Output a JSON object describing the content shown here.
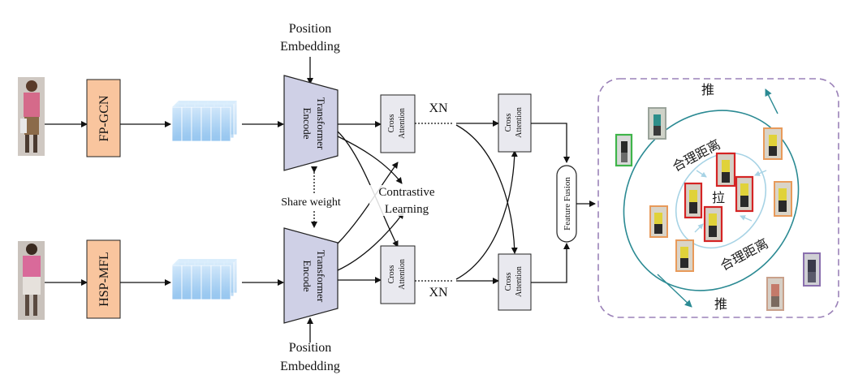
{
  "labels": {
    "pos_embed_top_1": "Position",
    "pos_embed_top_2": "Embedding",
    "pos_embed_bottom_1": "Position",
    "pos_embed_bottom_2": "Embedding",
    "fp_gcn": "FP-GCN",
    "hsp_mfl": "HSP-MFL",
    "encoder_word1": "Transformer",
    "encoder_word2": "Encode",
    "share_weight": "Share weight",
    "cross_attention_1": "Cross",
    "cross_attention_2": "Attention",
    "xn_top": "XN",
    "xn_bottom": "XN",
    "contrastive_1": "Contrastive",
    "contrastive_2": "Learning",
    "feature_fusion": "Feature Fusion",
    "push_top": "推",
    "push_bottom": "推",
    "pull_center": "拉",
    "reasonable_distance_top": "合理距离",
    "reasonable_distance_bottom": "合理距离"
  },
  "colors": {
    "feature_extractor_fill": "#f9c59e",
    "token_fill": "#a9d2f3",
    "encoder_fill": "#cfd0e6",
    "panel_border": "#9b82b8",
    "ellipse_outer": "#2b8a93",
    "ellipse_inner": "#a7d3e5",
    "box_green": "#3fb44a",
    "box_red": "#d42424",
    "box_orange": "#e89a5a",
    "box_purple": "#8a6fae"
  }
}
